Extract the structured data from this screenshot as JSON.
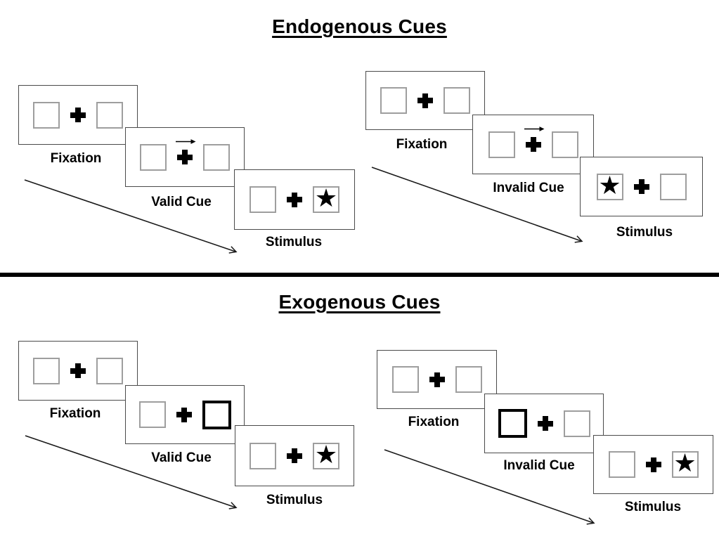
{
  "titles": {
    "endogenous": "Endogenous Cues",
    "exogenous": "Exogenous Cues"
  },
  "endogenous": {
    "valid": {
      "fixation": "Fixation",
      "cue": "Valid Cue",
      "stimulus": "Stimulus"
    },
    "invalid": {
      "fixation": "Fixation",
      "cue": "Invalid Cue",
      "stimulus": "Stimulus"
    }
  },
  "exogenous": {
    "valid": {
      "fixation": "Fixation",
      "cue": "Valid Cue",
      "stimulus": "Stimulus"
    },
    "invalid": {
      "fixation": "Fixation",
      "cue": "Invalid Cue",
      "stimulus": "Stimulus"
    }
  },
  "icons": {
    "star": "★",
    "fixation_cross": "bold-plus-shape",
    "cue_arrow": "right-arrow",
    "sequence_arrow": "diagonal-arrow-down-right"
  },
  "colors": {
    "ink": "#000000",
    "card_border": "#4a4a4a",
    "box_border": "#9e9e9e",
    "background": "#ffffff"
  }
}
